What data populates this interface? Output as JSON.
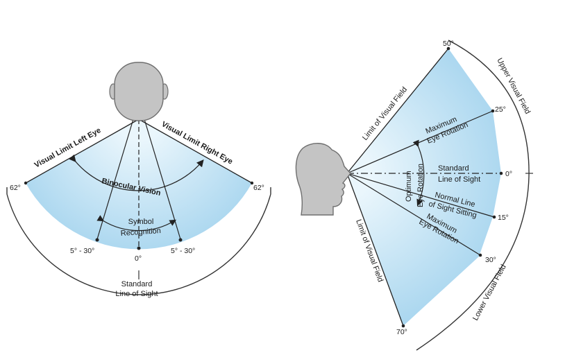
{
  "colors": {
    "fill": "#bfe1f3",
    "fill_edge": "#8fc6e6",
    "head": "#c4c4c4",
    "head_stroke": "#6e6e6e",
    "line": "#222222",
    "arc": "#333333"
  },
  "horizontal": {
    "left_limit": "Visual Limit Left Eye",
    "right_limit": "Visual Limit Right Eye",
    "binocular": "Binocular Vision",
    "symbol_1": "Symbol",
    "symbol_2": "Recognition",
    "deg_left": "62°",
    "deg_right": "62°",
    "range_left": "5° - 30°",
    "range_right": "5° - 30°",
    "zero": "0°",
    "standard_1": "Standard",
    "standard_2": "Line of Sight"
  },
  "vertical": {
    "limit_upper": "Limit of Visual Field",
    "limit_lower": "Limit of Visual Field",
    "upper_field": "Upper Visual Field",
    "lower_field": "Lower Visual Field",
    "max_rot_up_1": "Maximum",
    "max_rot_up_2": "Eye Rotation",
    "standard_1": "Standard",
    "standard_2": "Line of Sight",
    "normal_1": "Normal Line",
    "normal_2": "of Sight Sitting",
    "max_rot_down_1": "Maximum",
    "max_rot_down_2": "Eye Rotation",
    "optimum_1": "Optimum",
    "optimum_2": "Eye Rotation",
    "deg_50": "50°",
    "deg_25": "25°",
    "deg_0": "0°",
    "deg_15": "15°",
    "deg_30": "30°",
    "deg_70": "70°"
  }
}
